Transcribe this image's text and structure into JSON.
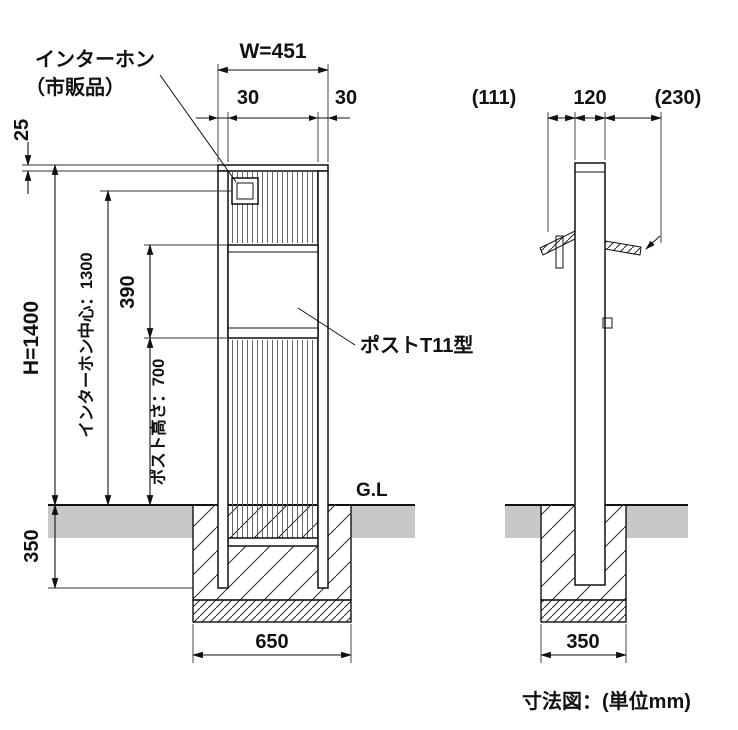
{
  "diagram_title": "寸法図：(単位mm)",
  "front_view": {
    "intercom_label_line1": "インターホン",
    "intercom_label_line2": "（市販品）",
    "dim_width": "W=451",
    "dim_col_left": "30",
    "dim_col_right": "30",
    "dim_cap": "25",
    "dim_height": "H=1400",
    "dim_intercom_center": "インターホン中心：1300",
    "dim_post_box": "390",
    "dim_post_height": "ポスト高さ：700",
    "dim_embed": "350",
    "dim_footing_width": "650",
    "ground_label": "G.L",
    "post_label": "ポストT11型"
  },
  "side_view": {
    "dim_front_offset": "(111)",
    "dim_post_depth": "120",
    "dim_rear_offset": "(230)",
    "dim_footing_width": "350"
  },
  "colors": {
    "line": "#111111",
    "ground_fill": "#c8c8c8",
    "background": "#ffffff"
  }
}
